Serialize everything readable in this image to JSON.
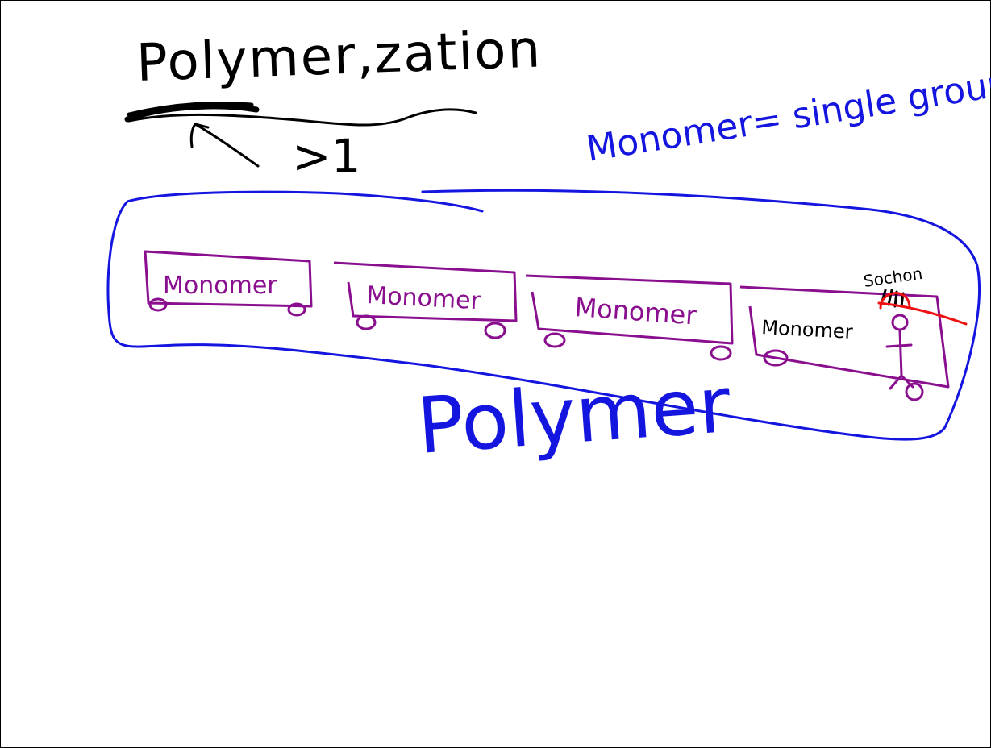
{
  "colors": {
    "ink_black": "#000000",
    "ink_blue": "#1515e0",
    "ink_purple": "#8a0f8f",
    "ink_red": "#ee1111"
  },
  "texts": {
    "title": "Polymer,zation",
    "greater_than_one": ">1",
    "monomer_definition": "Monomer= single group.",
    "polymer_label": "Polymer",
    "socket_label": "Sochon",
    "monomers": [
      "Monomer",
      "Monomer",
      "Monomer",
      "Monomer"
    ]
  }
}
